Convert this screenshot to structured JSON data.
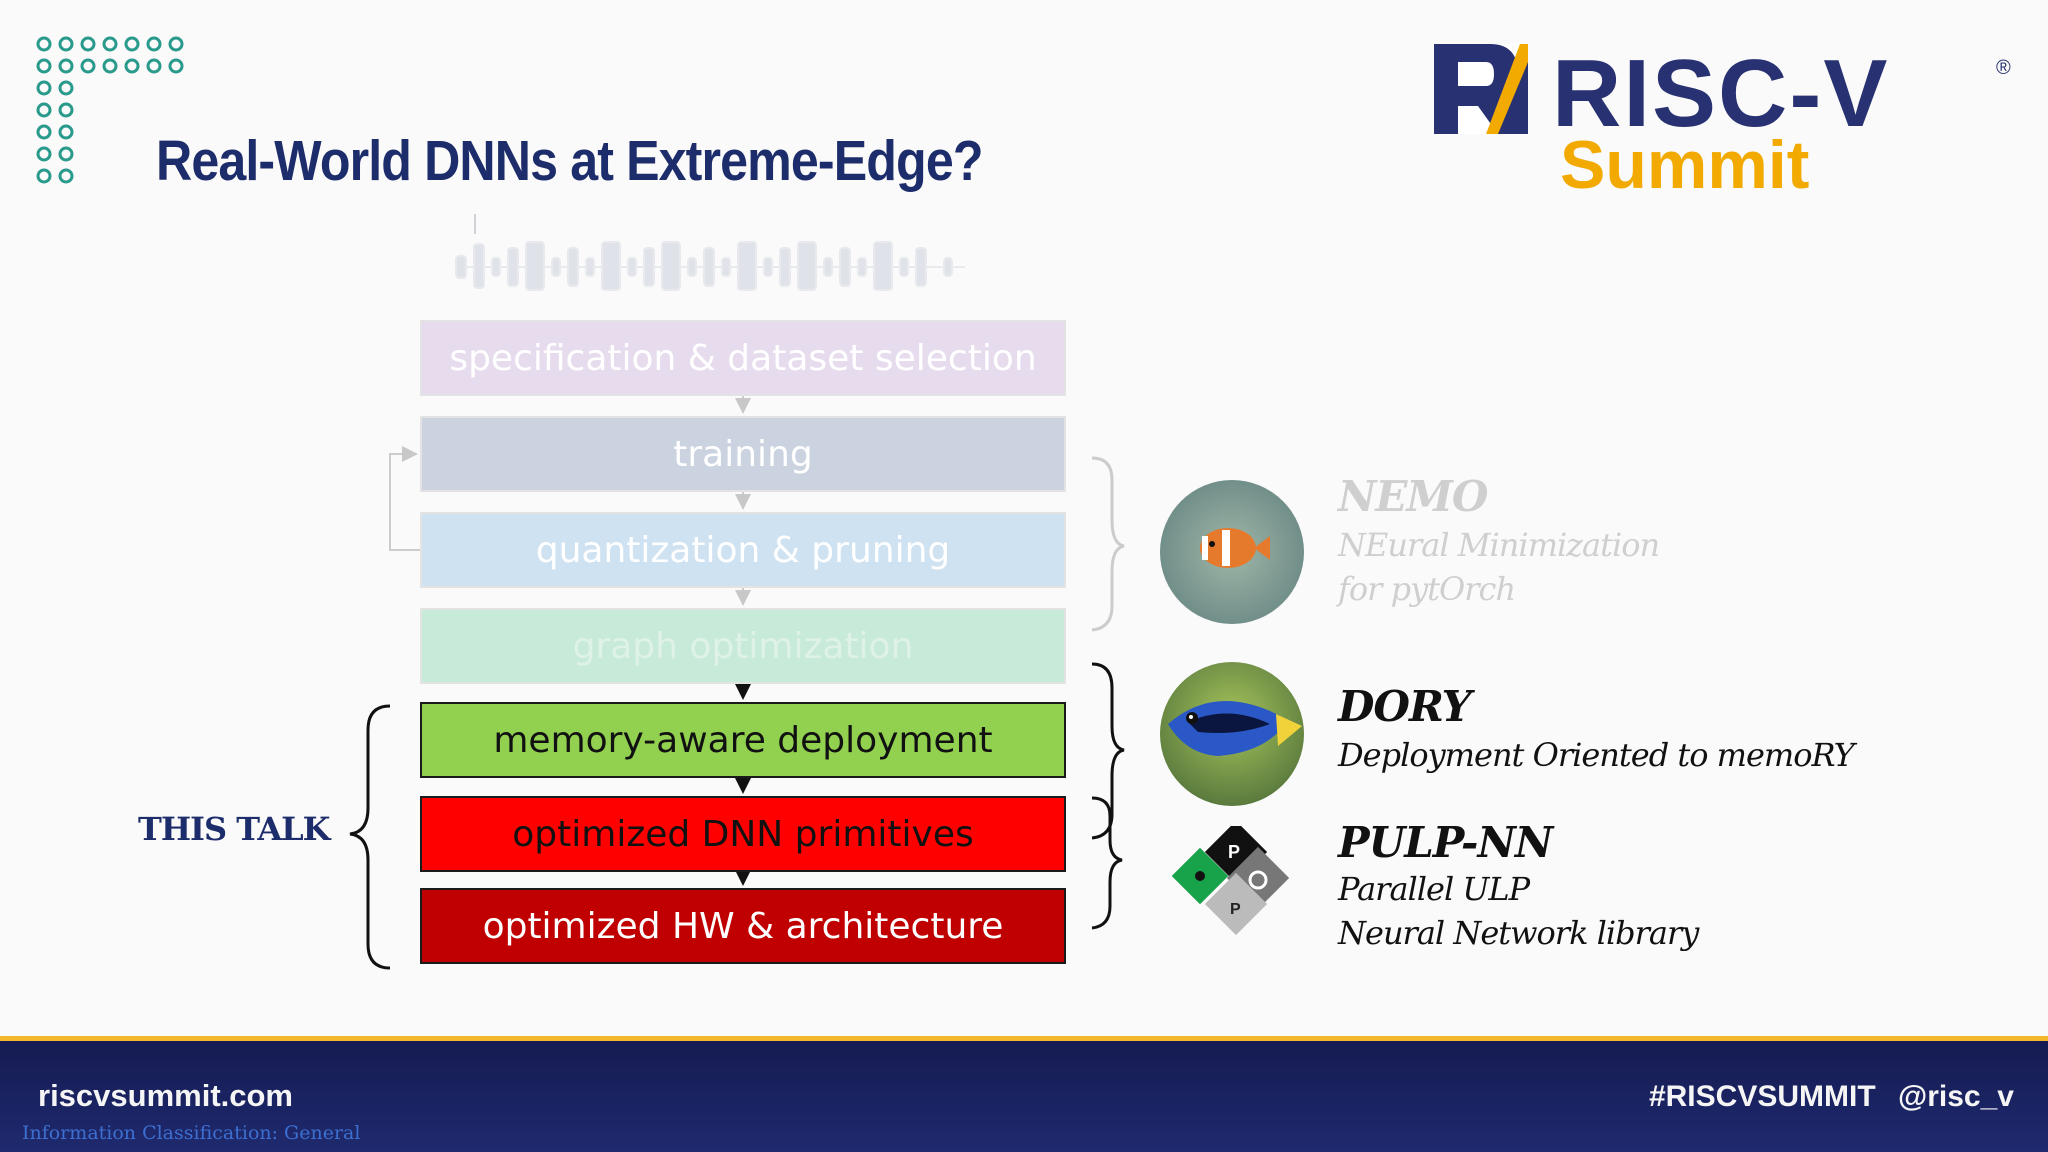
{
  "slide": {
    "title": "Real-World DNNs at Extreme-Edge?",
    "logo": {
      "main": "RISC-V",
      "sub": "Summit",
      "registered": "®"
    },
    "pipeline": [
      {
        "label": "specification & dataset selection",
        "color": "#e6dcee",
        "faded": true
      },
      {
        "label": "training",
        "color": "#cbd3e0",
        "faded": true
      },
      {
        "label": "quantization & pruning",
        "color": "#cfe2f2",
        "faded": true
      },
      {
        "label": "graph optimization",
        "color": "#c8ead8",
        "text_color": "#dff2e7",
        "faded": true
      },
      {
        "label": "memory-aware deployment",
        "color": "#92d050",
        "faded": false
      },
      {
        "label": "optimized DNN primitives",
        "color": "#ff0000",
        "faded": false
      },
      {
        "label": "optimized HW & architecture",
        "color": "#c00000",
        "text_color": "#ffffff",
        "faded": false
      }
    ],
    "this_talk": "THIS TALK",
    "tools": [
      {
        "name": "NEMO",
        "line1": "NEural Minimization",
        "line2": "for pytOrch",
        "icon": "clownfish-icon",
        "faded": true
      },
      {
        "name": "DORY",
        "line1": "Deployment Oriented to memoRY",
        "icon": "blue-tang-fish-icon",
        "faded": false
      },
      {
        "name": "PULP-NN",
        "line1": "Parallel ULP",
        "line2": "Neural Network library",
        "icon": "pulp-puzzle-icon",
        "faded": false
      }
    ]
  },
  "footer": {
    "url": "riscvsummit.com",
    "classification": "Information Classification: General",
    "hashtag": "#RISCVSUMMIT",
    "handle": "@risc_v"
  }
}
